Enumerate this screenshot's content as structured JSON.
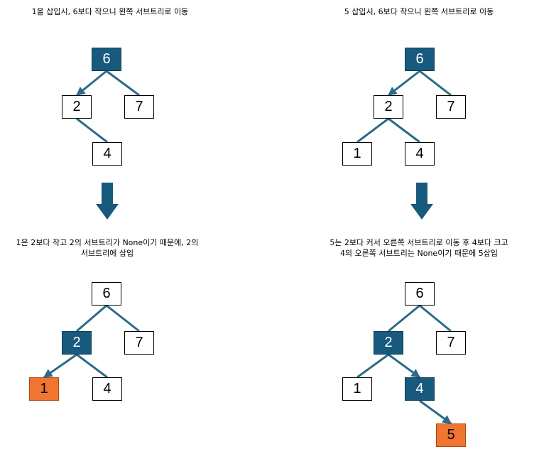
{
  "colors": {
    "highlight": "#185a7d",
    "edge": "#2a6b8a",
    "inserted": "#ef7530"
  },
  "panels": [
    {
      "caption": [
        "1을 삽입시, 6보다 작으니 왼쪽 서브트리로 이동"
      ],
      "nodes": [
        {
          "id": "6",
          "label": "6",
          "style": "hl"
        },
        {
          "id": "2",
          "label": "2",
          "style": "plain"
        },
        {
          "id": "7",
          "label": "7",
          "style": "plain"
        },
        {
          "id": "4",
          "label": "4",
          "style": "plain"
        }
      ],
      "edges": [
        [
          "6",
          "2",
          true
        ],
        [
          "6",
          "7",
          false
        ],
        [
          "2",
          "4",
          false
        ]
      ]
    },
    {
      "caption": [
        "5 삽입시, 6보다 작으니 왼쪽 서브트리로 이동"
      ],
      "nodes": [
        {
          "id": "6",
          "label": "6",
          "style": "hl"
        },
        {
          "id": "2",
          "label": "2",
          "style": "plain"
        },
        {
          "id": "7",
          "label": "7",
          "style": "plain"
        },
        {
          "id": "1",
          "label": "1",
          "style": "plain"
        },
        {
          "id": "4",
          "label": "4",
          "style": "plain"
        }
      ],
      "edges": [
        [
          "6",
          "2",
          true
        ],
        [
          "6",
          "7",
          false
        ],
        [
          "2",
          "1",
          false
        ],
        [
          "2",
          "4",
          false
        ]
      ]
    },
    {
      "caption": [
        "1은 2보다 작고 2의 서브트리가 None이기 때문에, 2의",
        "서브트리에 삽입"
      ],
      "nodes": [
        {
          "id": "6",
          "label": "6",
          "style": "plain"
        },
        {
          "id": "2",
          "label": "2",
          "style": "hl"
        },
        {
          "id": "7",
          "label": "7",
          "style": "plain"
        },
        {
          "id": "1",
          "label": "1",
          "style": "ins"
        },
        {
          "id": "4",
          "label": "4",
          "style": "plain"
        }
      ],
      "edges": [
        [
          "6",
          "2",
          false
        ],
        [
          "6",
          "7",
          false
        ],
        [
          "2",
          "1",
          true
        ],
        [
          "2",
          "4",
          false
        ]
      ]
    },
    {
      "caption": [
        "5는 2보다 커서 오른쪽 서브트리로 이동 후 4보다 크고",
        "4의 오른쪽 서브트리는 None이기 때문에 5삽입"
      ],
      "nodes": [
        {
          "id": "6",
          "label": "6",
          "style": "plain"
        },
        {
          "id": "2",
          "label": "2",
          "style": "hl"
        },
        {
          "id": "7",
          "label": "7",
          "style": "plain"
        },
        {
          "id": "1",
          "label": "1",
          "style": "plain"
        },
        {
          "id": "4",
          "label": "4",
          "style": "hl"
        },
        {
          "id": "5",
          "label": "5",
          "style": "ins"
        }
      ],
      "edges": [
        [
          "6",
          "2",
          false
        ],
        [
          "6",
          "7",
          false
        ],
        [
          "2",
          "1",
          false
        ],
        [
          "2",
          "4",
          true
        ],
        [
          "4",
          "5",
          true
        ]
      ]
    }
  ]
}
